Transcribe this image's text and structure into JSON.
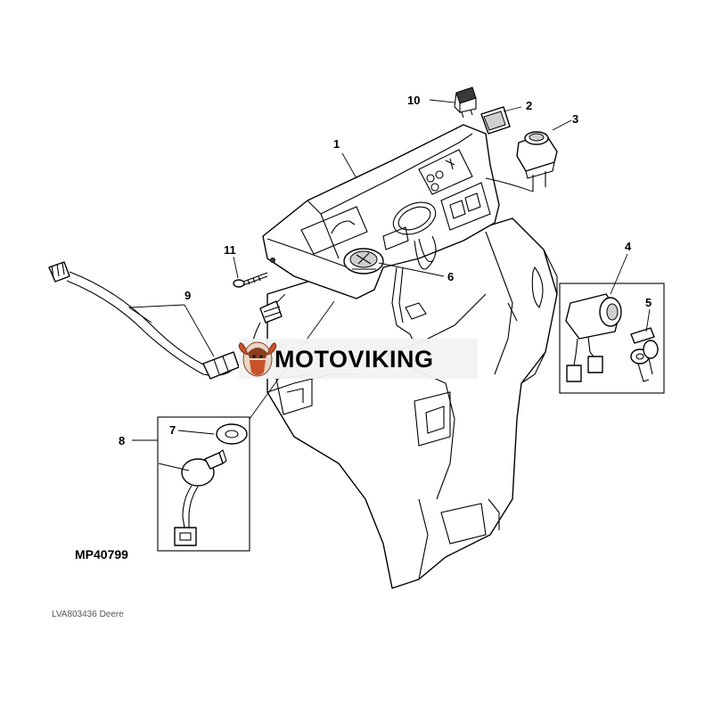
{
  "callouts": {
    "c1": "1",
    "c2": "2",
    "c3": "3",
    "c4": "4",
    "c5": "5",
    "c6": "6",
    "c7": "7",
    "c8": "8",
    "c9": "9",
    "c10": "10",
    "c11": "11"
  },
  "figure_ref": "MP40799",
  "source_caption": "LVA803436 Deere",
  "watermark": {
    "text": "MOTOVIKING",
    "background": "#f2f2f2",
    "logo_color": "#c8522a"
  },
  "colors": {
    "line": "#000000",
    "background": "#ffffff"
  }
}
